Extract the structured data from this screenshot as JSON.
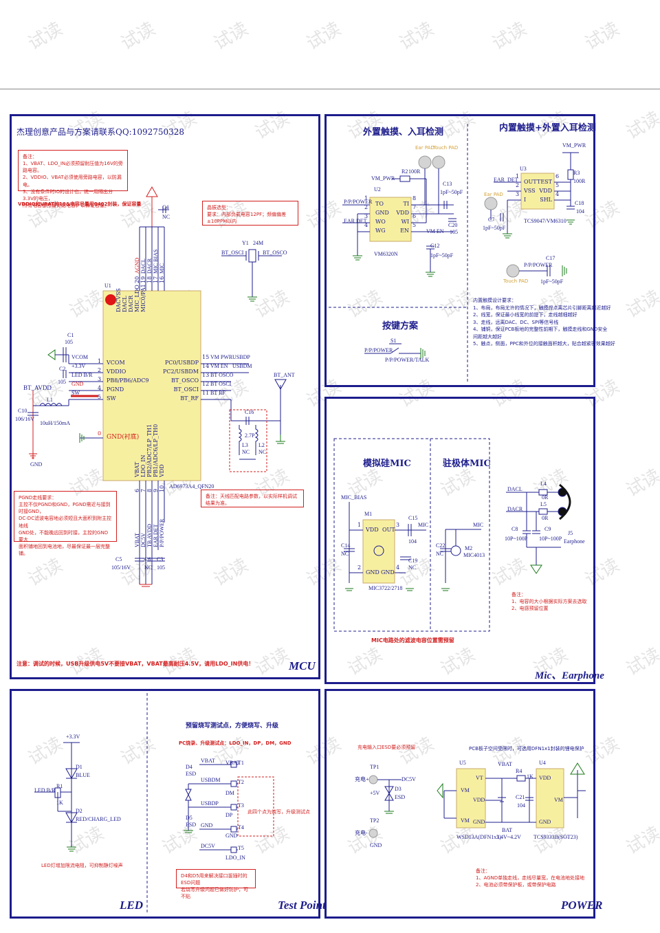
{
  "watermark": "试读",
  "panels": {
    "mcu": {
      "header": "杰理创意产品与方案请联系QQ:1092750328",
      "note_top": "备注：\n1、VBAT、LDO_IN必须预留耐压值为16V的旁路电容。\n2、VDDIO、VBAT必须使用旁路电容，以防漏电。\n3、没有条件时IO的设计也，统一用隔出分3.3V的电压，\n   所有电容都预留旁路电容，以保证容量。",
      "note_vddio": "VDDIO和VBAT的10&电容尽量用0402封装，保证容量",
      "note_crystal": "晶振选型：\n要求：内部负载电容12PF；频偏偏差±10PPM以内",
      "note_pgnd": "PGND走线要求：\n主控不仅PGND和GND，PGND需近与接到时接GND，\nDC-DC滤波电容地必须短且大面积到附主控地线\nGND处，不能晚远回到时接，主控的GND 要大\n面积铺地回到电池地，尽最保证最一层完整铺。",
      "note_antenna": "备注：天线匹配电路参数，以实际样机调试结果为准。",
      "bottom_note": "注意：调试的时候，USB升级供电5V不要接VBAT，VBAT最高耐压4.5V，请用LDO_IN供电！",
      "label": "MCU",
      "chip_ref": "U1",
      "chip_part": "AD6973A4_QFN20",
      "left_pins": [
        {
          "num": "1",
          "name": "VCOM",
          "net": "VCOM"
        },
        {
          "num": "2",
          "name": "VDDIO",
          "net": "+3.3V"
        },
        {
          "num": "3",
          "name": "PB8/PB6/ADC9",
          "net": "LED B/R"
        },
        {
          "num": "4",
          "name": "PGND",
          "net": "GND"
        },
        {
          "num": "5",
          "name": "SW",
          "net": "SW"
        },
        {
          "num": "0",
          "name": "GND(衬底)",
          "net": ""
        }
      ],
      "right_pins": [
        {
          "num": "15",
          "name": "PC0/USBDP",
          "net": "VM PWR",
          "net2": "USBDP"
        },
        {
          "num": "14",
          "name": "PC2/USBDM",
          "net": "VM EN",
          "net2": "USBDM"
        },
        {
          "num": "13",
          "name": "BT_OSCO",
          "net": "BT OSCO",
          "net2": ""
        },
        {
          "num": "12",
          "name": "BT_OSCI",
          "net": "BT OSCI",
          "net2": ""
        },
        {
          "num": "11",
          "name": "BT_RF",
          "net": "BT RF",
          "net2": ""
        }
      ],
      "top_pins": [
        {
          "num": "20",
          "name": "DACVSS",
          "net": "AGND"
        },
        {
          "num": "19",
          "name": "DACL",
          "net": "DACL"
        },
        {
          "num": "18",
          "name": "DACR",
          "net": "DACR"
        },
        {
          "num": "17",
          "name": "MIC_LDO",
          "net": "MIC BIAS"
        },
        {
          "num": "16",
          "name": "MIC0/PA1",
          "net": "MIC"
        }
      ],
      "bottom_pins": [
        {
          "num": "6",
          "name": "VBAT",
          "net": "VBAT"
        },
        {
          "num": "7",
          "name": "LDO_IN",
          "net": "DC5V"
        },
        {
          "num": "8",
          "name": "PB2/ADC7/LP_TH1",
          "net": "TB AVDD"
        },
        {
          "num": "9",
          "name": "PB1/ADC6/LP_TH0",
          "net": "EAR DET"
        },
        {
          "num": "10",
          "name": "VDD",
          "net": "P/P/POWER"
        }
      ],
      "components": {
        "c1": "C1",
        "c1v": "105",
        "c2": "C2",
        "c2v": "105",
        "c4": "C4",
        "c4v": "NC",
        "c10": "C10",
        "c10v": "106/16V",
        "l1": "L1",
        "l1v": "10uH/150mA",
        "y1": "Y1",
        "y1v": "24M",
        "c5": "C5",
        "c5v": "105/16V",
        "c6": "C6",
        "c6v": "NC",
        "c3": "C3",
        "c3v": "105",
        "c16": "C16",
        "l3": "L3",
        "l3v": "NC",
        "l2": "L2",
        "l2v": "NC",
        "c27": "2.7P",
        "bt_avdd": "BT_AVDD",
        "bt_ant": "BT_ANT",
        "gnd": "GND",
        "bt_osci": "BT_OSCI",
        "bt_osco": "BT_OSCO"
      }
    },
    "touch": {
      "title_ext": "外置触摸、入耳检测",
      "title_int": "内置触摸+外置入耳检测",
      "u2": "U2",
      "u2_part": "VM6320N",
      "u2_pins": [
        {
          "num": "1",
          "name": "TO",
          "net": "P/P/POWER"
        },
        {
          "num": "2",
          "name": "GND",
          "net": ""
        },
        {
          "num": "3",
          "name": "WO",
          "net": "EAR DET"
        },
        {
          "num": "4",
          "name": "WG",
          "net": ""
        },
        {
          "num": "8",
          "name": "TI",
          "net": ""
        },
        {
          "num": "7",
          "name": "VDD",
          "net": ""
        },
        {
          "num": "6",
          "name": "WI",
          "net": ""
        },
        {
          "num": "5",
          "name": "EN",
          "net": "VM EN"
        }
      ],
      "vm_pwr": "VM_PWR",
      "r2": "R2",
      "r2v": "100R",
      "ear_pad": "Ear PAD",
      "touch_pad": "Touch PAD",
      "c13": "C13",
      "c13v": "1pF~50pF",
      "c20": "C20",
      "c20v": "105",
      "c12": "C12",
      "c12v": "1pF~50pF",
      "u3": "U3",
      "u3_part": "TCS9047/VM6310",
      "u3_pins": [
        {
          "num": "1",
          "name": "OUT"
        },
        {
          "num": "2",
          "name": "VSS"
        },
        {
          "num": "3",
          "name": "I"
        },
        {
          "num": "6",
          "name": "TEST"
        },
        {
          "num": "5",
          "name": "VDD"
        },
        {
          "num": "4",
          "name": "SHL"
        }
      ],
      "r3": "R3",
      "r3v": "100R",
      "c18": "C18",
      "c18v": "104",
      "c7": "C7",
      "c7v": "1pF~50pF",
      "c17": "C17",
      "c17v": "1pF~50pF",
      "ear_det": "EAR_DET",
      "pp_power": "P/P/POWER",
      "note_int": "内置触摸设计要求：\n1、布局，布局尤许的情况下，触摸焊点离芯片引脚距离越近越好\n2、线宽，保证最小线宽的前提下，走线越细越好\n3、走线，远离DAC、DC、SPI等信号线\n4、铺铜，保证PCB板地的完整性前期下，触摸走线和GND安全\n   间距越大越好\n5、触点，侧面，PPC和外位的接触面积越大，贴合越紧密效果越好",
      "key_title": "按键方案",
      "s1": "S1",
      "key_net": "P/P/POWER",
      "key_label": "P/P/POWER/TALK"
    },
    "mic": {
      "title_analog": "模拟硅MIC",
      "title_electret": "驻极体MIC",
      "mic_bias": "MIC_BIAS",
      "m1": "M1",
      "m1_part": "MIC3722/2718",
      "m1_pins": [
        {
          "num": "1",
          "name": "VDD"
        },
        {
          "num": "3",
          "name": "OUT"
        },
        {
          "num": "2",
          "name": "GND"
        },
        {
          "num": "4",
          "name": "GND"
        }
      ],
      "c15": "C15",
      "c15v": "104",
      "c14": "C14",
      "c14v": "NC",
      "c19": "C19",
      "c19v": "NC",
      "mic": "MIC",
      "c22": "C22",
      "c22v": "NC",
      "m2": "M2",
      "m2_part": "MIC4013",
      "note_filter": "MIC电路处的滤波电容位置需预留",
      "label": "Mic、Earphone",
      "dacl": "DACL",
      "dacr": "DACR",
      "l4": "L4",
      "l5": "L5",
      "r0": "0R",
      "c8": "C8",
      "c8v": "10P~100P",
      "c9": "C9",
      "c9v": "10P~100P",
      "j5": "J5",
      "j5v": "Earphone",
      "note_ear": "备注：\n1、电容的大小根据实际方案去选取\n2、电感预留位置"
    },
    "led": {
      "label": "LED",
      "v33": "+3.3V",
      "d1": "D1",
      "d1v": "BLUE",
      "led_br": "LED B/R",
      "r1": "R1",
      "r1v": "1K",
      "d2": "D2",
      "d2v": "RED/CHARG_LED",
      "note": "LED灯增加限流电阻，可抑制静灯噪声"
    },
    "testpoint": {
      "label": "Test Point",
      "title": "预留烧写测试点，方便烧写、升级",
      "subtitle": "PC烧录、升级测试点：LDO_IN，DP，DM，GND",
      "nets": [
        "VBAT",
        "USBDM",
        "USBDP",
        "GND",
        "DC5V"
      ],
      "tps": [
        {
          "ref": "T1",
          "net": "VBAT"
        },
        {
          "ref": "T2",
          "net": "DM"
        },
        {
          "ref": "T3",
          "net": "DP"
        },
        {
          "ref": "T4",
          "net": "GND"
        },
        {
          "ref": "T5",
          "net": "LDO_IN"
        }
      ],
      "d4": "D4",
      "d4v": "ESD",
      "d5": "D5",
      "d5v": "ESD",
      "note_right": "此四个点为烧写，升级测试点",
      "note_bottom": "D4和D5用来解决接口拔插时的ESD问题\n若烧写升级问题已做好防护，可不贴"
    },
    "power": {
      "label": "POWER",
      "charge_note": "充电输入口ESD要必须预留",
      "tp1": "TP1",
      "tp2": "TP2",
      "charge": "充电+",
      "charge_neg": "充电-",
      "v5": "+5V",
      "gnd": "GND",
      "dc5v": "DC5V",
      "d3": "D3",
      "d3v": "ESD",
      "pcb_note": "PCB板子空间受限时，可选用DFN1x1封装的锂电保护",
      "u5": "U5",
      "u5_part": "WSD13A(DFN1x1)",
      "u4": "U4",
      "u4_part": "TCS9333B(SOT23)",
      "vbat": "VBAT",
      "r4": "R4",
      "r4v": "1K",
      "c21": "C21",
      "c21v": "104",
      "bat": "BAT",
      "batv": "3.4V~4.2V",
      "u5_pins": [
        "VM",
        "VM",
        "VT",
        "VDD",
        "GND"
      ],
      "u4_pins": [
        "VDD",
        "VM",
        "GND"
      ],
      "note": "备注：\n1、AGND单独走线，走线尽量宽，在电池地处接地\n2、电池必须带保护板，或带保护电路"
    }
  },
  "colors": {
    "blue": "#1c1c8c",
    "red": "#d21e1e",
    "green": "#1a7a1a",
    "gnd_red": "#d21e1e",
    "chip": "#f7efa0"
  }
}
